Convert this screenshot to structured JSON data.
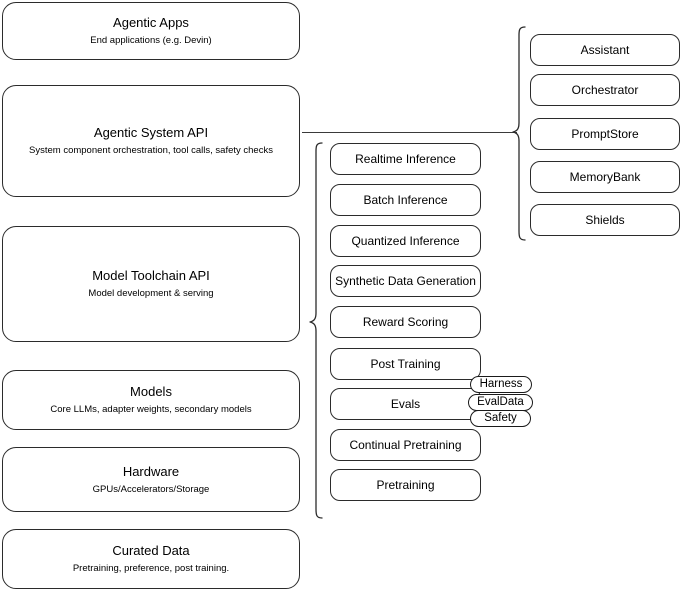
{
  "diagram": {
    "title": "Agentic AI stack layers",
    "colors": {
      "border": "#2b2b2b",
      "background": "#ffffff",
      "text": "#000000",
      "connector": "#3a3a3a"
    }
  },
  "stack": {
    "layers": [
      {
        "title": "Agentic Apps",
        "subtitle": "End applications (e.g. Devin)"
      },
      {
        "title": "Agentic System API",
        "subtitle": "System component orchestration, tool calls, safety checks"
      },
      {
        "title": "Model Toolchain API",
        "subtitle": "Model development & serving"
      },
      {
        "title": "Models",
        "subtitle": "Core LLMs, adapter weights, secondary models"
      },
      {
        "title": "Hardware",
        "subtitle": "GPUs/Accelerators/Storage"
      },
      {
        "title": "Curated Data",
        "subtitle": "Pretraining, preference, post training."
      }
    ]
  },
  "toolchain_components": {
    "items": [
      {
        "label": "Realtime Inference"
      },
      {
        "label": "Batch Inference"
      },
      {
        "label": "Quantized Inference"
      },
      {
        "label": "Synthetic Data Generation"
      },
      {
        "label": "Reward Scoring"
      },
      {
        "label": "Post Training"
      },
      {
        "label": "Evals"
      },
      {
        "label": "Continual Pretraining"
      },
      {
        "label": "Pretraining"
      }
    ]
  },
  "eval_badges": {
    "items": [
      {
        "label": "Harness"
      },
      {
        "label": "EvalData"
      },
      {
        "label": "Safety"
      }
    ]
  },
  "system_components": {
    "items": [
      {
        "label": "Assistant"
      },
      {
        "label": "Orchestrator"
      },
      {
        "label": "PromptStore"
      },
      {
        "label": "MemoryBank"
      },
      {
        "label": "Shields"
      }
    ]
  }
}
